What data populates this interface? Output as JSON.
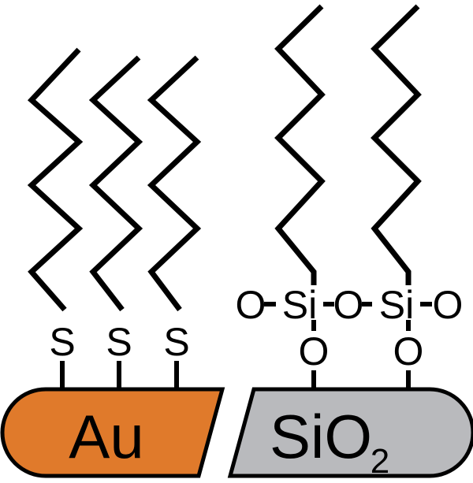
{
  "substrates": {
    "left_label": "Au",
    "right_label_main": "SiO",
    "right_label_sub": "2"
  },
  "colors": {
    "gold": "#e07a2b",
    "silica": "#b9babd",
    "outline": "#000000"
  },
  "thiol": {
    "head_atom": "S"
  },
  "siloxane": {
    "si": "Si",
    "o": "O"
  }
}
